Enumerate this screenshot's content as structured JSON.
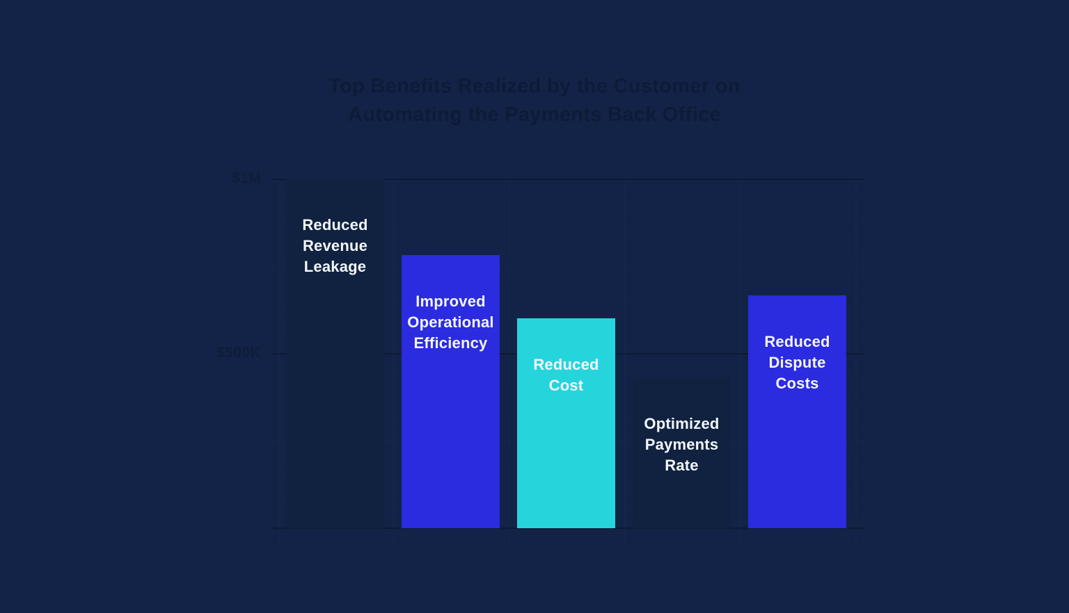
{
  "title": {
    "line1": "Top Benefits Realized by the Customer on",
    "line2": "Automating the Payments Back Office"
  },
  "chart_data": {
    "type": "bar",
    "title": "Top Benefits Realized by the Customer on Automating the Payments Back Office",
    "categories": [
      "Reduced Revenue Leakage",
      "Improved Operational Efficiency",
      "Reduced Cost",
      "Optimized Payments Rate",
      "Reduced Dispute Costs"
    ],
    "values_usd_thousands": [
      1000,
      780,
      600,
      430,
      665
    ],
    "ylim_usd_thousands": [
      0,
      1000
    ],
    "y_ticks": [
      {
        "label": "$1M",
        "value_usd_thousands": 1000
      },
      {
        "label": "$500K",
        "value_usd_thousands": 500
      },
      {
        "label": "",
        "value_usd_thousands": 0
      }
    ],
    "minor_grid_values_usd_thousands": [
      750,
      250
    ],
    "xlabel": "",
    "ylabel": "",
    "legend": "none",
    "grid": "solid dark horizontal lines at major ticks, faint dotted minor grid and dotted vertical separators",
    "bar_colors": [
      "#102240",
      "#2b2be0",
      "#26d5dc",
      "#102240",
      "#2b2be0"
    ],
    "bar_label_color": "#f3f6fb"
  },
  "colors": {
    "background": "#132347",
    "dark_bar": "#102240",
    "blue_bar": "#2b2be0",
    "cyan_bar": "#26d5dc",
    "muted_text": "#0e1d3a",
    "grid_line": "#0c1a36",
    "dotted_grid": "#1c2e55",
    "bar_label": "#f3f6fb"
  }
}
